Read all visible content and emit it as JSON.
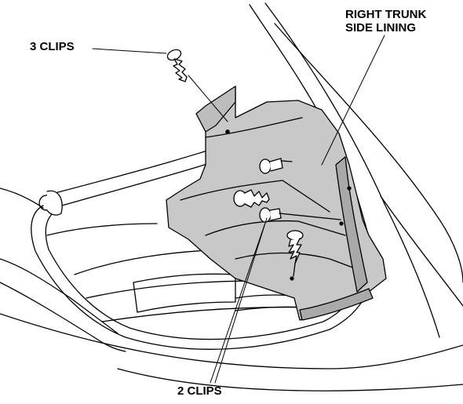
{
  "callouts": {
    "three_clips": "3 CLIPS",
    "right_trunk_side_lining": {
      "line1": "RIGHT TRUNK",
      "line2": "SIDE LINING"
    },
    "two_clips": "2 CLIPS"
  },
  "colors": {
    "lining_fill": "#c8c8c8",
    "lining_dark": "#a9a9a9",
    "line": "#000000",
    "background": "#ffffff"
  }
}
